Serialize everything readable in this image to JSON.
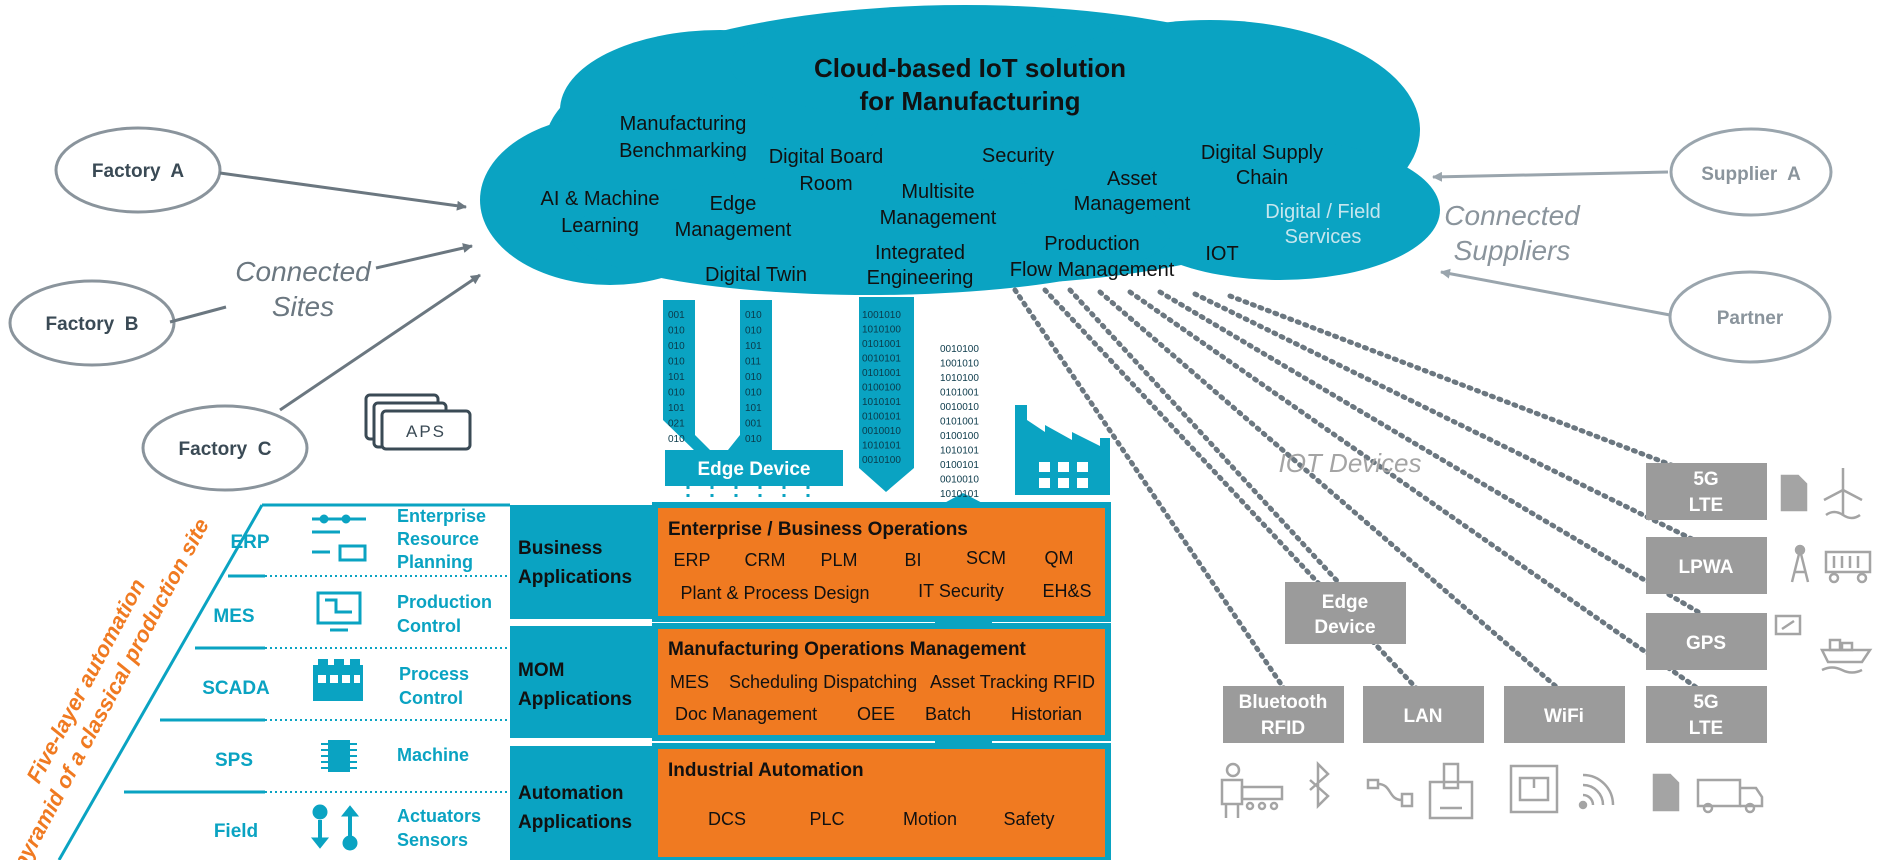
{
  "colors": {
    "teal": "#0aa3c2",
    "orange": "#f07a21",
    "gray_box": "#9b9b9b",
    "gray_text": "#a4a4a4",
    "dark_text": "#3a4a55",
    "ellipse_stroke": "#8a949c"
  },
  "cloud": {
    "title_line1": "Cloud-based IoT solution",
    "title_line2": "for Manufacturing",
    "items": {
      "mfg_bench_1": "Manufacturing",
      "mfg_bench_2": "Benchmarking",
      "digital_board_1": "Digital Board",
      "digital_board_2": "Room",
      "security": "Security",
      "digital_supply_1": "Digital Supply",
      "digital_supply_2": "Chain",
      "ai_ml_1": "AI & Machine",
      "ai_ml_2": "Learning",
      "edge_mgmt_1": "Edge",
      "edge_mgmt_2": "Management",
      "multisite_1": "Multisite",
      "multisite_2": "Management",
      "asset_mgmt_1": "Asset",
      "asset_mgmt_2": "Management",
      "field_services_1": "Digital / Field",
      "field_services_2": "Services",
      "digital_twin": "Digital Twin",
      "integrated_eng_1": "Integrated",
      "integrated_eng_2": "Engineering",
      "prod_flow_1": "Production",
      "prod_flow_2": "Flow Management",
      "iot": "IOT"
    }
  },
  "factories": {
    "a": "Factory  A",
    "b": "Factory  B",
    "c": "Factory  C",
    "connected_1": "Connected",
    "connected_2": "Sites"
  },
  "suppliers": {
    "supplier_a": "Supplier  A",
    "partner": "Partner",
    "connected_1": "Connected",
    "connected_2": "Suppliers"
  },
  "aps_label": "APS",
  "edge_device_label": "Edge Device",
  "binary": {
    "col1": [
      "001",
      "010",
      "010",
      "010",
      "101",
      "010",
      "101",
      "021",
      "010"
    ],
    "col2": [
      "010",
      "010",
      "101",
      "011",
      "010",
      "010",
      "101",
      "001",
      "010"
    ],
    "col3": [
      "1001010",
      "1010100",
      "0101001",
      "0010101",
      "0101001",
      "0100100",
      "1010101",
      "0100101",
      "0010010",
      "1010101",
      "0010100"
    ],
    "col4": [
      "0010100",
      "1001010",
      "1010100",
      "0101001",
      "0010010",
      "0101001",
      "0100100",
      "1010101",
      "0100101",
      "0010010",
      "1010101"
    ]
  },
  "pyramid": {
    "side_label_1": "Five-layer automation",
    "side_label_2": "pyramid of a classical production site",
    "levels": [
      {
        "abbr": "ERP",
        "desc": [
          "Enterprise",
          "Resource",
          "Planning"
        ]
      },
      {
        "abbr": "MES",
        "desc": [
          "Production",
          "Control"
        ]
      },
      {
        "abbr": "SCADA",
        "desc": [
          "Process",
          "Control"
        ]
      },
      {
        "abbr": "SPS",
        "desc": [
          "Machine"
        ]
      },
      {
        "abbr": "Field",
        "desc": [
          "Actuators",
          "Sensors"
        ]
      }
    ]
  },
  "layers": {
    "business": {
      "side_1": "Business",
      "side_2": "Applications",
      "title": "Enterprise / Business Operations",
      "row1": [
        "ERP",
        "CRM",
        "PLM",
        "BI",
        "SCM",
        "QM"
      ],
      "row2": [
        "Plant & Process Design",
        "IT Security",
        "EH&S"
      ]
    },
    "mom": {
      "side_1": "MOM",
      "side_2": "Applications",
      "title": "Manufacturing Operations Management",
      "row1": [
        "MES",
        "Scheduling Dispatching",
        "Asset Tracking RFID"
      ],
      "row2": [
        "Doc Management",
        "OEE",
        "Batch",
        "Historian"
      ]
    },
    "automation": {
      "side_1": "Automation",
      "side_2": "Applications",
      "title": "Industrial Automation",
      "row1": [
        "DCS",
        "PLC",
        "Motion",
        "Safety"
      ]
    }
  },
  "iot": {
    "label": "IOT Devices",
    "edge_device_1": "Edge",
    "edge_device_2": "Device",
    "bluetooth_1": "Bluetooth",
    "bluetooth_2": "RFID",
    "lan": "LAN",
    "wifi": "WiFi",
    "lte_bottom_1": "5G",
    "lte_bottom_2": "LTE",
    "lte_top_1": "5G",
    "lte_top_2": "LTE",
    "lpwa": "LPWA",
    "gps": "GPS"
  }
}
